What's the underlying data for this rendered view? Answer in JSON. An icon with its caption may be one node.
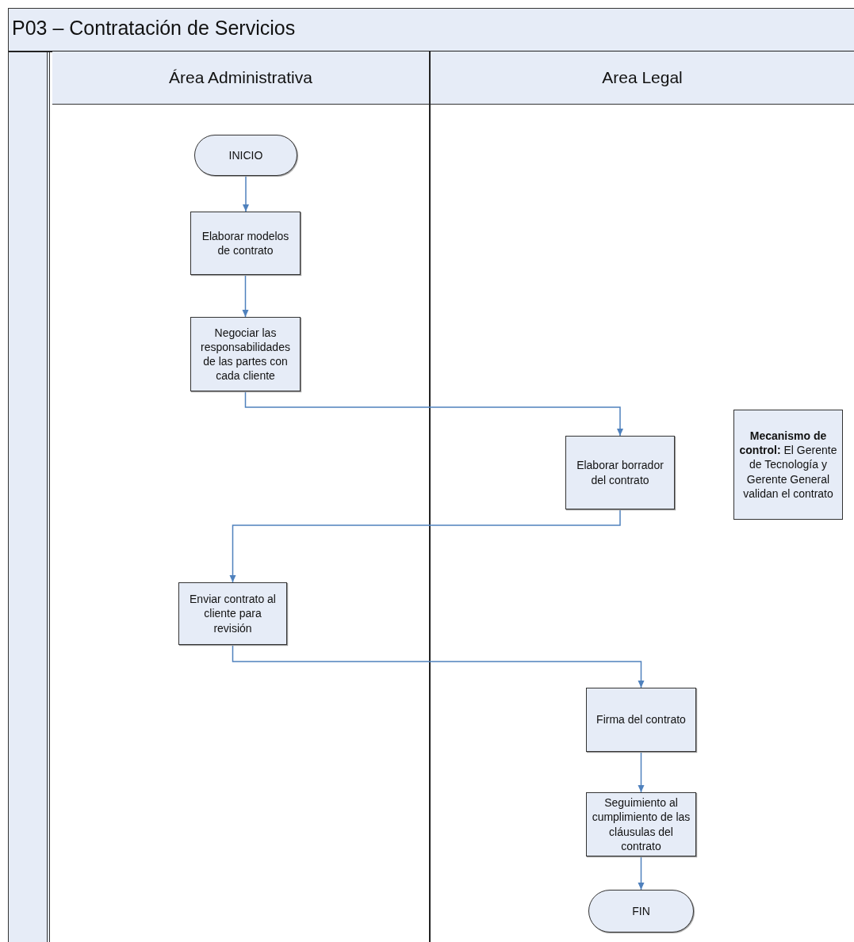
{
  "diagram": {
    "title": "P03 – Contratación de Servicios",
    "nodes": [
      {
        "text": [
          "Área Administrativa"
        ]
      },
      {
        "text": [
          "Area Legal"
        ]
      },
      {
        "text": [
          "INICIO"
        ],
        "in": 0
      },
      {
        "text": [
          "Elaborar modelos de contrato"
        ],
        "in": 0
      },
      {
        "text": [
          "Negociar las responsabilidades de las partes con cada cliente"
        ],
        "in": 0
      },
      {
        "text": [
          "Elaborar borrador del contrato"
        ],
        "in": 1
      },
      {
        "text": [
          "Enviar contrato al cliente para revisión"
        ],
        "in": 0
      },
      {
        "text": [
          "Firma del contrato"
        ],
        "in": 1
      },
      {
        "text": [
          "Seguimiento al cumplimiento de las cláusulas del contrato"
        ],
        "in": 1
      },
      {
        "text": [
          "FIN"
        ],
        "in": 1
      },
      {
        "text": [
          "**Mecanismo de control:** El Gerente de Tecnología y Gerente General validan el contrato"
        ],
        "in": 1
      }
    ],
    "edges": [
      {
        "from": 2,
        "to": 3,
        "arrow": "to"
      },
      {
        "from": 3,
        "to": 4,
        "arrow": "to"
      },
      {
        "from": 4,
        "to": 5,
        "arrow": "to"
      },
      {
        "from": 5,
        "to": 6,
        "arrow": "to"
      },
      {
        "from": 6,
        "to": 7,
        "arrow": "to"
      },
      {
        "from": 7,
        "to": 8,
        "arrow": "to"
      },
      {
        "from": 8,
        "to": 9,
        "arrow": "to"
      }
    ]
  }
}
